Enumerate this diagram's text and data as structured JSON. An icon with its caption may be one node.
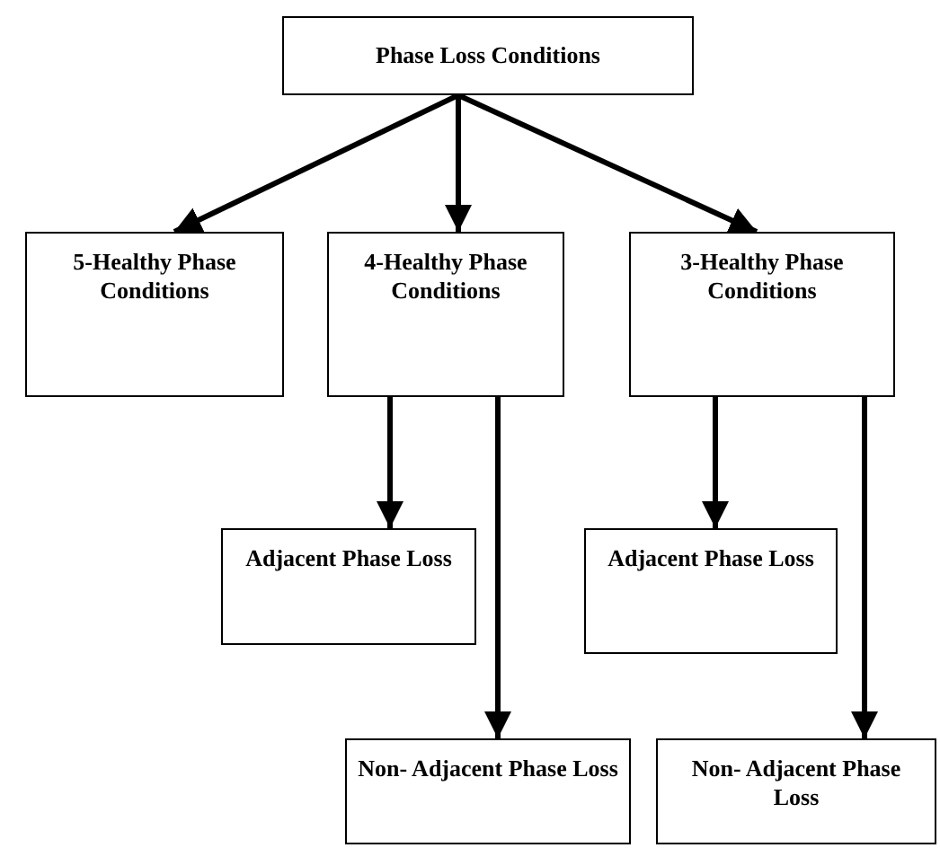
{
  "diagram": {
    "nodes": [
      {
        "text": [
          "Phase Loss Conditions"
        ]
      },
      {
        "text": [
          "5-Healthy Phase Conditions"
        ]
      },
      {
        "text": [
          "4-Healthy Phase Conditions"
        ]
      },
      {
        "text": [
          "3-Healthy Phase Conditions"
        ]
      },
      {
        "text": [
          "Adjacent Phase Loss"
        ]
      },
      {
        "text": [
          "Non- Adjacent Phase Loss"
        ]
      },
      {
        "text": [
          "Adjacent Phase Loss"
        ]
      },
      {
        "text": [
          "Non- Adjacent Phase Loss"
        ]
      }
    ],
    "edges": [
      {
        "from": 0,
        "to": 1,
        "arrow": "to"
      },
      {
        "from": 0,
        "to": 2,
        "arrow": "to"
      },
      {
        "from": 0,
        "to": 3,
        "arrow": "to"
      },
      {
        "from": 2,
        "to": 4,
        "arrow": "to"
      },
      {
        "from": 2,
        "to": 5,
        "arrow": "to"
      },
      {
        "from": 3,
        "to": 6,
        "arrow": "to"
      },
      {
        "from": 3,
        "to": 7,
        "arrow": "to"
      }
    ]
  }
}
